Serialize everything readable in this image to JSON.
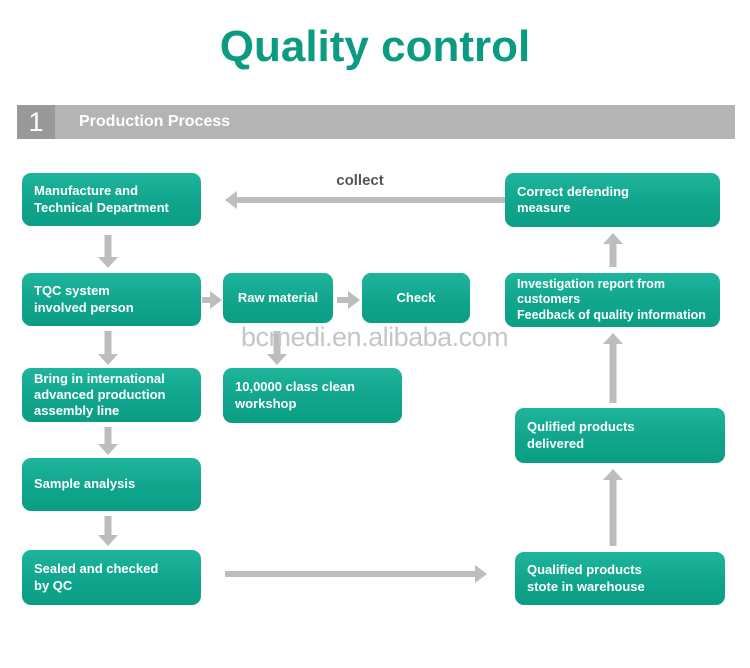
{
  "title": "Quality control",
  "section": {
    "number": "1",
    "label": "Production Process"
  },
  "collect_label": "collect",
  "watermark": "bcmedi.en.alibaba.com",
  "colors": {
    "accent_green": "#0b9b80",
    "box_green_top": "#1fb59c",
    "box_green_bottom": "#0b9e85",
    "arrow_gray": "#bdbdbd",
    "band_gray": "#b4b4b4",
    "band_number_gray": "#999999",
    "watermark_gray": "#c6c6c6",
    "collect_text_gray": "#555555"
  },
  "nodes": {
    "manufacture": {
      "label": "Manufacture and\nTechnical Department"
    },
    "tqc": {
      "label": "TQC system\ninvolved person"
    },
    "raw_material": {
      "label": "Raw material"
    },
    "check": {
      "label": "Check"
    },
    "bring": {
      "label": "Bring in international\nadvanced production\nassembly line"
    },
    "workshop": {
      "label": "10,0000 class clean\nworkshop"
    },
    "sample": {
      "label": "Sample analysis"
    },
    "sealed": {
      "label": "Sealed and checked\nby QC"
    },
    "correct": {
      "label": "Correct defending\nmeasure"
    },
    "investigation": {
      "label": "Investigation report from customers\nFeedback of quality information"
    },
    "delivered": {
      "label": "Qulified products\ndelivered"
    },
    "warehouse": {
      "label": "Qualified products\nstote in warehouse"
    }
  }
}
